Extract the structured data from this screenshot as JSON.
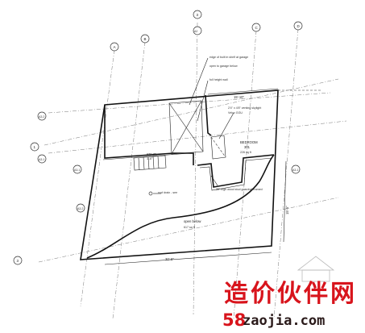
{
  "grid_bubbles": {
    "top_center": "3",
    "a": "A",
    "b": "B",
    "c": "C",
    "d": "D",
    "one": "1",
    "three": "3"
  },
  "section_tags": {
    "ref_top": "A2",
    "ref_left": "A3.2",
    "ref_mid_left": "A3.1",
    "ref_mid": "A3.1",
    "ref_right": "A3.1",
    "ref_lower_left": "A3.2"
  },
  "rooms": {
    "bedroom_name": "BEDROOM",
    "bedroom_number": "301",
    "bedroom_area": "226 sq ft",
    "stair_name": "STAIR",
    "stair_size": "1'-6\"",
    "open_below": "open below",
    "open_below_area": "617 sq ft"
  },
  "notes": {
    "edge_built_in": "edge of built in shelf at garage",
    "open_garage": "open to garage below",
    "full_height_wall": "full height wall",
    "skylight": "2'4\" x 4'8\" venting skylight",
    "velux": "Velux GGU",
    "wood_stud": "36\" high wood stud guardrail framed",
    "roof_drain": "roof drain - see",
    "dim_top": "15'-10\"",
    "dim_bottom": "30'-6\"",
    "dim_right": "15'-6\""
  },
  "watermark": {
    "chinese": "造价伙伴网",
    "site_number": "58",
    "site_name": "zaojia.com"
  },
  "colors": {
    "watermark_red": "#d8141c",
    "line": "#111111"
  }
}
